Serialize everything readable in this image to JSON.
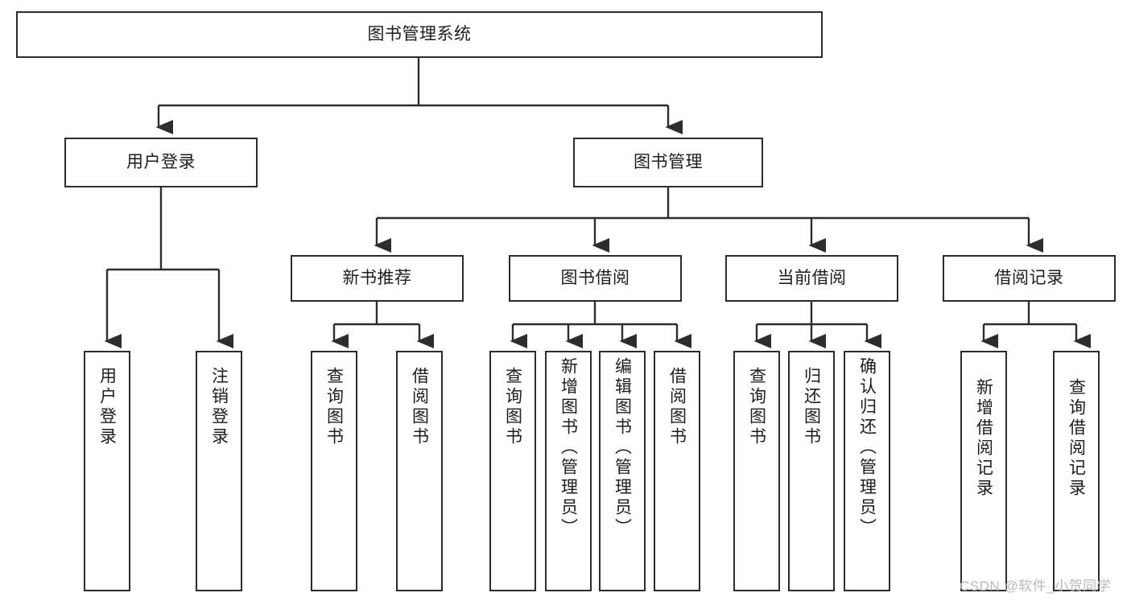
{
  "diagram": {
    "title": "图书管理系统",
    "watermark": "CSDN @软件_小贺同学",
    "line_color": "#2d2d2d",
    "box_fill": "#ffffff",
    "text_color": "#1d1d1d",
    "watermark_color": "#b9b9b9"
  },
  "nodes": {
    "root": {
      "label": "图书管理系统"
    },
    "level2": [
      {
        "label": "用户登录"
      },
      {
        "label": "图书管理"
      }
    ],
    "level3": [
      {
        "label": "新书推荐"
      },
      {
        "label": "图书借阅"
      },
      {
        "label": "当前借阅"
      },
      {
        "label": "借阅记录"
      }
    ],
    "leaves": {
      "user_login": [
        {
          "label": "用户登录"
        },
        {
          "label": "注销登录"
        }
      ],
      "new_book": [
        {
          "label": "查询图书"
        },
        {
          "label": "借阅图书"
        }
      ],
      "borrow": [
        {
          "label": "查询图书"
        },
        {
          "label": "新增图书（管理员）"
        },
        {
          "label": "编辑图书（管理员）"
        },
        {
          "label": "借阅图书"
        }
      ],
      "current": [
        {
          "label": "查询图书"
        },
        {
          "label": "归还图书"
        },
        {
          "label": "确认归还（管理员）"
        }
      ],
      "records": [
        {
          "label": "新增借阅记录"
        },
        {
          "label": "查询借阅记录"
        }
      ]
    }
  }
}
